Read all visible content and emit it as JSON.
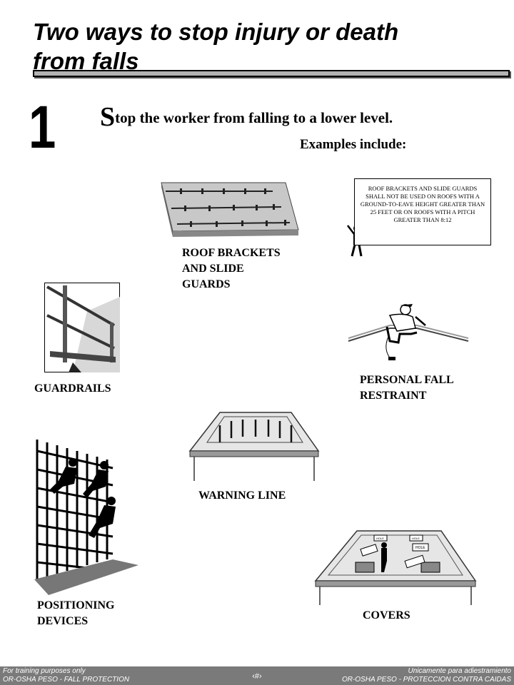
{
  "header": {
    "title_line1": "Two ways to stop injury or death",
    "title_line2": "from falls"
  },
  "section": {
    "number": "1",
    "heading_initial": "S",
    "heading_rest": "top the worker from falling to a lower level.",
    "subheading": "Examples include:"
  },
  "note_box": {
    "text": "ROOF BRACKETS AND SLIDE GUARDS SHALL NOT BE USED ON ROOFS WITH A GROUND-TO-EAVE HEIGHT GREATER THAN 25 FEET OR ON ROOFS WITH A PITCH GREATER THAN 8:12"
  },
  "examples": {
    "roof_brackets": {
      "line1": "ROOF BRACKETS",
      "line2": "AND SLIDE",
      "line3": "GUARDS"
    },
    "guardrails": {
      "line1": "GUARDRAILS"
    },
    "personal_fall_restraint": {
      "line1": "PERSONAL FALL",
      "line2": "RESTRAINT"
    },
    "warning_line": {
      "line1": "WARNING LINE"
    },
    "positioning_devices": {
      "line1": "POSITIONING",
      "line2": "DEVICES"
    },
    "covers": {
      "line1": "COVERS",
      "hole_label": "HOLE"
    }
  },
  "footer": {
    "left_line1": "For training purposes only",
    "left_line2": "OR-OSHA PESO - FALL PROTECTION",
    "center": "‹#›",
    "right_line1": "Unicamente para adiestramiento",
    "right_line2": "OR-OSHA PESO - PROTECCION CONTRA CAIDAS"
  }
}
